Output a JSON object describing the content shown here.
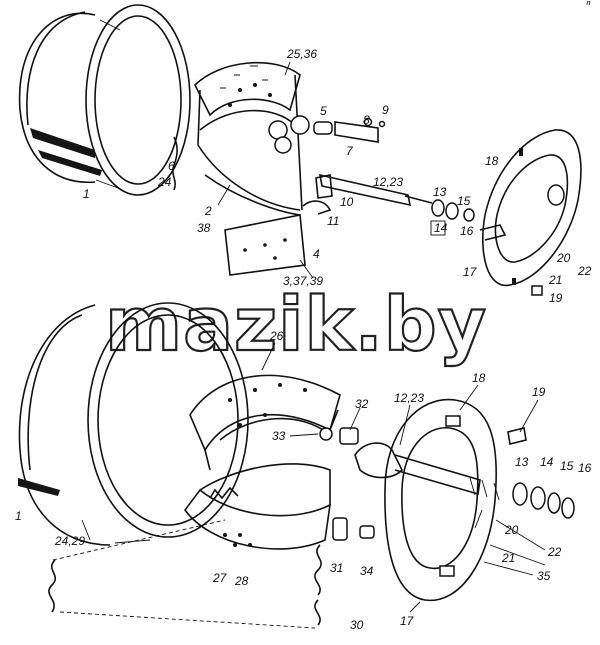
{
  "watermark": "mazik.by",
  "corner_mark": "ⁿ",
  "top_assembly": {
    "labels": {
      "drum": "1",
      "spring_id": "6",
      "spring_qty": "24",
      "shoe": "2",
      "shoe_sub": "38",
      "lining": "25,36",
      "pin_upper": "5",
      "axle": "7",
      "bolt": "8",
      "nut": "9",
      "clip": "10",
      "wire": "11",
      "cam": "12,23",
      "washer1": "13",
      "washer1_box": "14",
      "ring": "15",
      "seal": "16",
      "plate": "18",
      "plate_lower": "17",
      "bracket": "20",
      "screw": "21",
      "nut2": "22",
      "clip2": "19",
      "rivet": "4",
      "lining_set": "3,37,39"
    }
  },
  "bottom_assembly": {
    "labels": {
      "drum": "1",
      "shoe_upper": "26",
      "bushing": "32",
      "cam": "12,23",
      "plate": "18",
      "clip": "19",
      "roller": "33",
      "washer13": "13",
      "washer14": "14",
      "washer15": "15",
      "washer16": "16",
      "spring": "24,29",
      "shoe_lower_a": "27",
      "shoe_lower_b": "28",
      "pin": "31",
      "pin2": "34",
      "bracket": "20",
      "screw": "21",
      "nut": "22",
      "bolt": "35",
      "plate_lower": "17",
      "spring2": "30"
    }
  }
}
